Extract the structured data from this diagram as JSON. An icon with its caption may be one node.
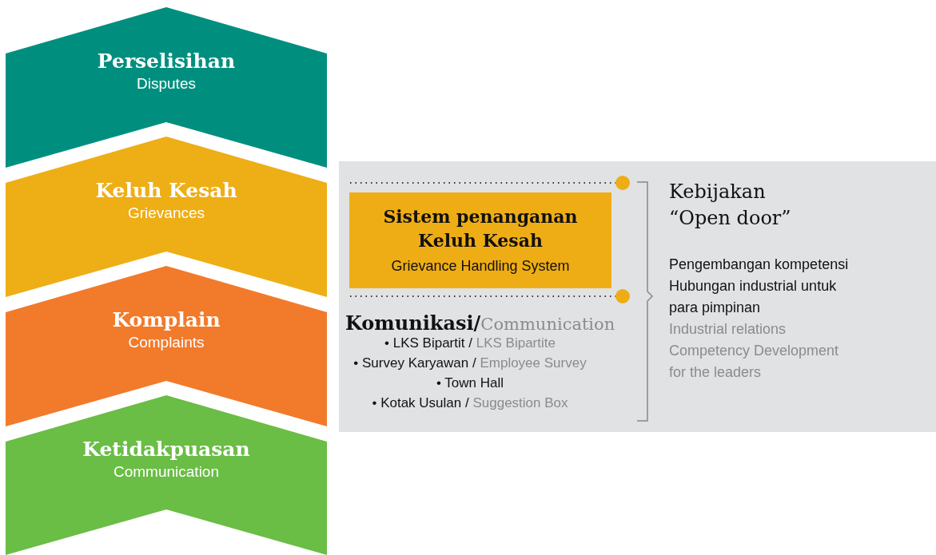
{
  "diagram": {
    "nodes": [
      {
        "text": [
          "Perselisihan",
          "Disputes"
        ]
      },
      {
        "text": [
          "Keluh Kesah",
          "Grievances"
        ]
      },
      {
        "text": [
          "Komplain",
          "Complaints"
        ]
      },
      {
        "text": [
          "Ketidakpuasan",
          "Communication"
        ]
      },
      {
        "text": [],
        "shape": "box"
      },
      {
        "text": [
          "Sistem penanganan Keluh Kesah",
          "Grievance Handling System"
        ],
        "in": 4
      }
    ],
    "labels": [
      "Komunikasi/",
      "Communication",
      "• LKS Bipartit /",
      "LKS Bipartite",
      "• Survey Karyawan /",
      "Employee Survey",
      "• Town Hall",
      "• Kotak Usulan /",
      "Suggestion Box",
      "Kebijakan “Open door”",
      "Pengembangan kompetensi Hubungan industrial untuk para pimpinan",
      "Industrial relations Competency Development for the leaders"
    ]
  }
}
